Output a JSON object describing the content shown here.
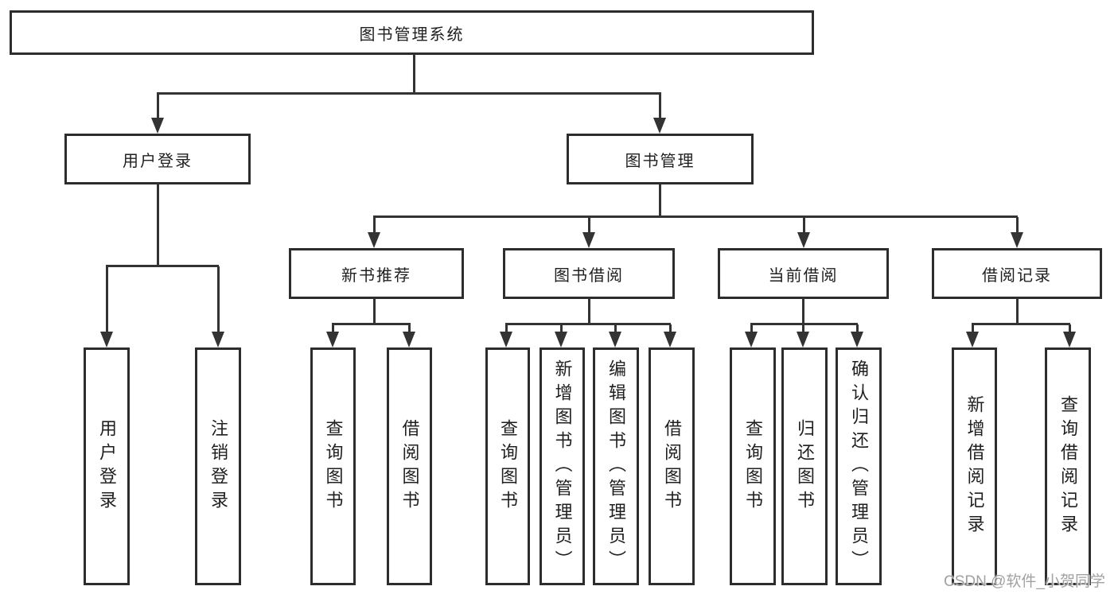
{
  "diagram": {
    "type": "hierarchy-tree",
    "root": {
      "label": "图书管理系统",
      "children": [
        {
          "label": "用户登录",
          "children": [
            {
              "label": "用户登录"
            },
            {
              "label": "注销登录"
            }
          ]
        },
        {
          "label": "图书管理",
          "children": [
            {
              "label": "新书推荐",
              "children": [
                {
                  "label": "查询图书"
                },
                {
                  "label": "借阅图书"
                }
              ]
            },
            {
              "label": "图书借阅",
              "children": [
                {
                  "label": "查询图书"
                },
                {
                  "label": "新增图书（管理员）"
                },
                {
                  "label": "编辑图书（管理员）"
                },
                {
                  "label": "借阅图书"
                }
              ]
            },
            {
              "label": "当前借阅",
              "children": [
                {
                  "label": "查询图书"
                },
                {
                  "label": "归还图书"
                },
                {
                  "label": "确认归还（管理员）"
                }
              ]
            },
            {
              "label": "借阅记录",
              "children": [
                {
                  "label": "新增借阅记录"
                },
                {
                  "label": "查询借阅记录"
                }
              ]
            }
          ]
        }
      ]
    },
    "colors": {
      "line": "#333333",
      "box_border": "#2d2d2d",
      "text": "#1f1f1f",
      "background": "#ffffff",
      "watermark": "#919191"
    }
  },
  "watermark": {
    "text": "CSDN @软件_小贺同学"
  }
}
